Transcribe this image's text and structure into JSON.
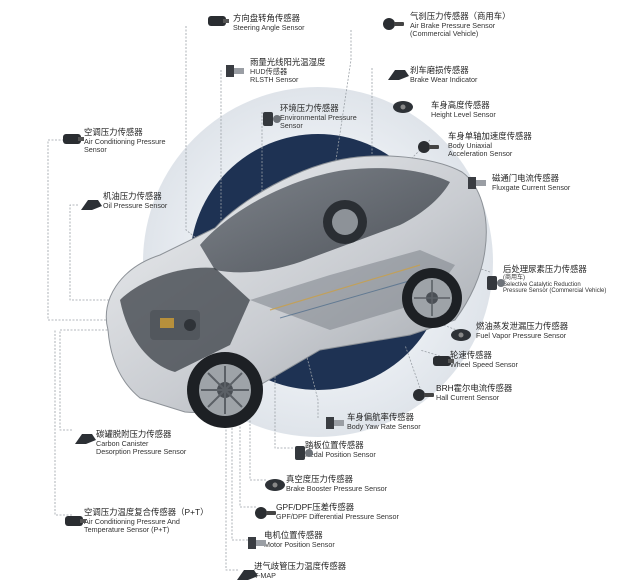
{
  "sensors": [
    {
      "zh": "方向盘转角传感器",
      "en": "Steering Angle Sensor",
      "icon": "steering-angle-sensor-icon"
    },
    {
      "zh": "气刹压力传感器（商用车）",
      "en": "Air Brake Pressure Sensor\n(Commercial Vehicle)",
      "icon": "air-brake-sensor-icon"
    },
    {
      "zh": "雨量光线阳光温湿度",
      "en": "HUD传感器\nRLSTH Sensor",
      "icon": "rain-light-sensor-icon"
    },
    {
      "zh": "刹车磨损传感器",
      "en": "Brake Wear Indicator",
      "icon": "brake-wear-indicator-icon"
    },
    {
      "zh": "环境压力传感器",
      "en": "Environmental Pressure\nSensor",
      "icon": "environmental-pressure-sensor-icon"
    },
    {
      "zh": "车身高度传感器",
      "en": "Height Level Sensor",
      "icon": "height-level-sensor-icon"
    },
    {
      "zh": "空调压力传感器",
      "en": "Air Conditioning Pressure\nSensor",
      "icon": "ac-pressure-sensor-icon"
    },
    {
      "zh": "车身单轴加速度传感器",
      "en": "Body Uniaxial\nAcceleration Sensor",
      "icon": "acceleration-sensor-icon"
    },
    {
      "zh": "磁通门电流传感器",
      "en": "Fluxgate Current Sensor",
      "icon": "fluxgate-current-sensor-icon"
    },
    {
      "zh": "机油压力传感器",
      "en": "Oil Pressure Sensor",
      "icon": "oil-pressure-sensor-icon"
    },
    {
      "zh": "后处理尿素压力传感器",
      "en": "(商用车)\nSelective Catalytic Reduction\nPressure Sensor (Commercial Vehicle)",
      "icon": "scr-pressure-sensor-icon"
    },
    {
      "zh": "燃油蒸发泄漏压力传感器",
      "en": "Fuel Vapor Pressure Sensor",
      "icon": "fuel-vapor-sensor-icon"
    },
    {
      "zh": "轮速传感器",
      "en": "Wheel Speed Sensor",
      "icon": "wheel-speed-sensor-icon"
    },
    {
      "zh": "BRH霍尔电流传感器",
      "en": "Hall Current Sensor",
      "icon": "hall-current-sensor-icon"
    },
    {
      "zh": "车身偏航率传感器",
      "en": "Body Yaw Rate Sensor",
      "icon": "yaw-rate-sensor-icon"
    },
    {
      "zh": "碳罐脱附压力传感器",
      "en": "Carbon Canister\nDesorption Pressure Sensor",
      "icon": "carbon-canister-sensor-icon"
    },
    {
      "zh": "踏板位置传感器",
      "en": "Pedal Position Sensor",
      "icon": "pedal-position-sensor-icon"
    },
    {
      "zh": "真空度压力传感器",
      "en": "Brake Booster Pressure Sensor",
      "icon": "brake-booster-sensor-icon"
    },
    {
      "zh": "空调压力温度复合传感器（P+T）",
      "en": "Air Conditioning Pressure And\nTemperature  Sensor (P+T)",
      "icon": "ac-pt-sensor-icon"
    },
    {
      "zh": "GPF/DPF压差传感器",
      "en": "GPF/DPF Differential Pressure Sensor",
      "icon": "gpf-dpf-sensor-icon"
    },
    {
      "zh": "电机位置传感器",
      "en": "Motor Position Sensor",
      "icon": "motor-position-sensor-icon"
    },
    {
      "zh": "进气歧管压力温度传感器",
      "en": "T-MAP",
      "icon": "tmap-sensor-icon"
    }
  ]
}
